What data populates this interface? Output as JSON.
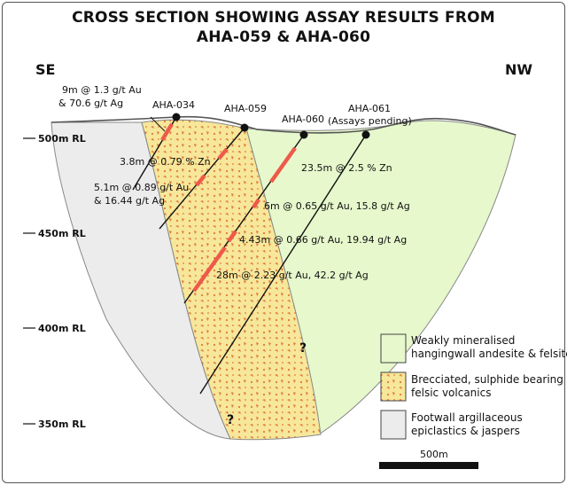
{
  "title": {
    "line1": "CROSS SECTION SHOWING ASSAY RESULTS FROM",
    "line2": "AHA-059 & AHA-060"
  },
  "directions": {
    "left": "SE",
    "right": "NW"
  },
  "elevations": [
    "500m RL",
    "450m RL",
    "400m RL",
    "350m RL"
  ],
  "holes": {
    "aha034": "AHA-034",
    "aha059": "AHA-059",
    "aha060": "AHA-060",
    "aha061": "AHA-061",
    "aha061_note": "(Assays pending)"
  },
  "annotations": {
    "a1_line1": "9m @ 1.3 g/t Au",
    "a1_line2": "& 70.6 g/t Ag",
    "a2": "3.8m @ 0.79 % Zn",
    "a3_line1": "5.1m @ 0.89 g/t Au",
    "a3_line2": "& 16.44 g/t Ag",
    "a4": "23.5m @ 2.5 % Zn",
    "a5": "6m @ 0.65 g/t Au, 15.8 g/t Ag",
    "a6": "4.43m @ 0.66 g/t Au, 19.94 g/t Ag",
    "a7": "28m @ 2.23 g/t Au, 42.2 g/t Ag",
    "q1": "?",
    "q2": "?"
  },
  "legend": {
    "green_line1": "Weakly mineralised",
    "green_line2": "hangingwall andesite & felsite",
    "yellow_line1": "Brecciated, sulphide bearing",
    "yellow_line2": "felsic volcanics",
    "grey_line1": "Footwall argillaceous",
    "grey_line2": "epiclastics & jaspers"
  },
  "scale_bar": "500m",
  "colors": {
    "hangingwall": "#e6f8cc",
    "breccia": "#f7e79a",
    "footwall": "#ececec",
    "intercept": "#ee5a4a",
    "speckle": "#e07a3a"
  }
}
